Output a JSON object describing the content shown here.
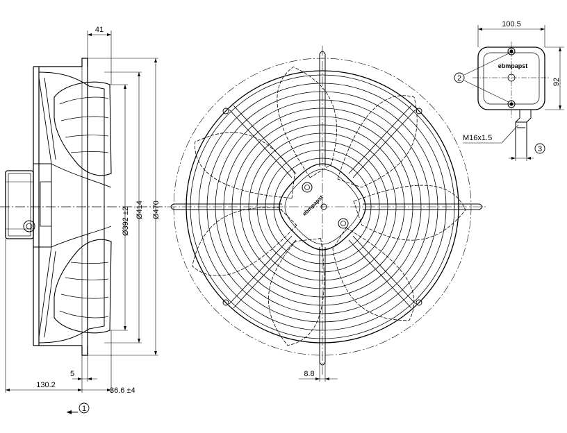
{
  "side_view": {
    "dim_top": "41",
    "dim_dia_inner": "Ø392 ±2",
    "dim_dia_mid": "Ø414",
    "dim_dia_outer": "Ø470",
    "dim_bottom_left": "130.2",
    "dim_bottom_small": "5",
    "dim_bottom_right": "36.6 ±4",
    "marker_1": "1"
  },
  "front_view": {
    "dim_bottom": "8.8",
    "hub_logo": "ebmpapst"
  },
  "terminal_box": {
    "dim_width": "100.5",
    "dim_height": "92",
    "logo": "ebmpapst",
    "marker_2": "2",
    "cable_gland": "M16x1.5",
    "marker_3": "3"
  }
}
